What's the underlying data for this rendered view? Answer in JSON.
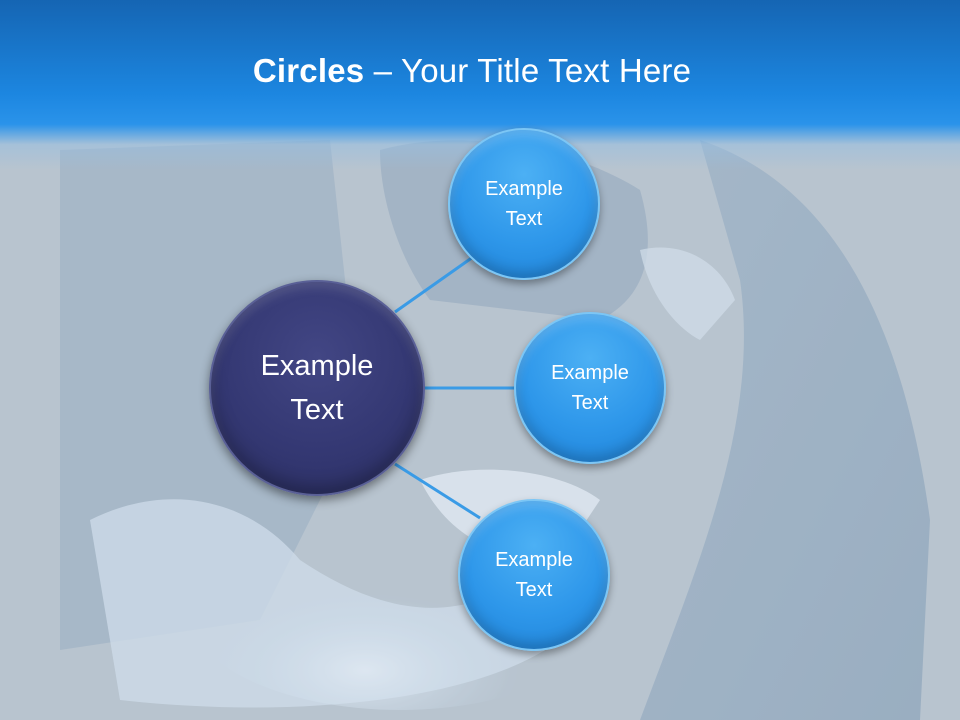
{
  "slide": {
    "title_bold": "Circles",
    "title_rest": " – Your Title Text Here",
    "center": {
      "label": "Example\nText"
    },
    "satellites": [
      {
        "label": "Example\nText"
      },
      {
        "label": "Example\nText"
      },
      {
        "label": "Example\nText"
      }
    ]
  },
  "colors": {
    "header_blue": "#1c86e0",
    "hub_navy": "#343873",
    "satellite_blue": "#2e97ea",
    "connector_blue": "#3a9be6",
    "text_white": "#ffffff"
  }
}
